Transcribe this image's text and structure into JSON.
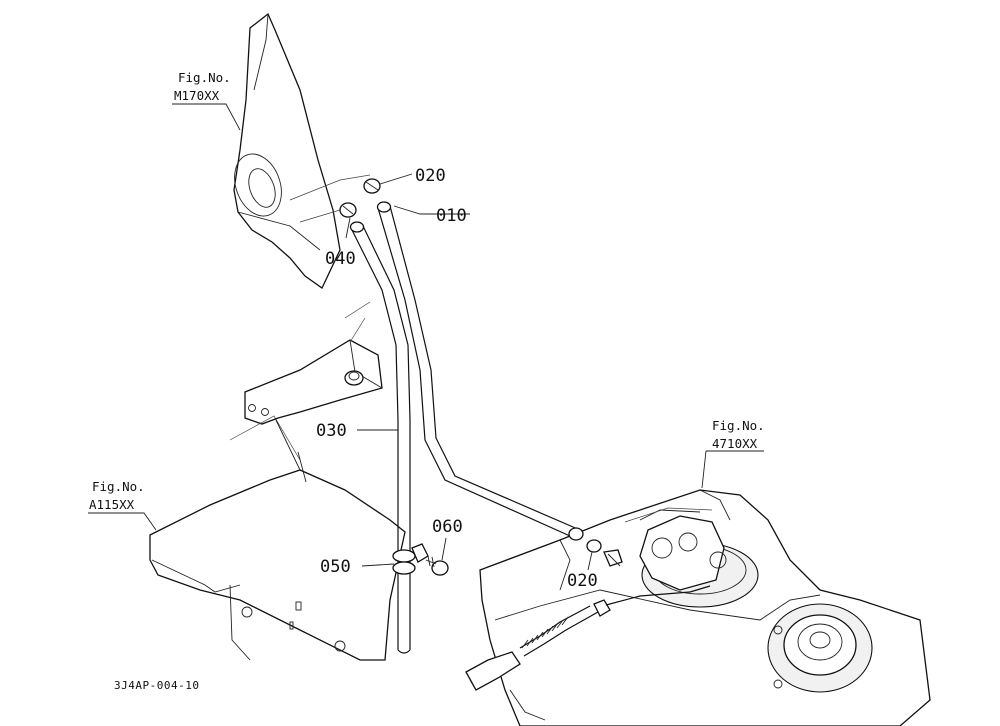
{
  "figure_refs": {
    "panel": {
      "line1": "Fig.No.",
      "line2": "M170XX"
    },
    "frame": {
      "line1": "Fig.No.",
      "line2": "A115XX"
    },
    "tank": {
      "line1": "Fig.No.",
      "line2": "4710XX"
    }
  },
  "callouts": {
    "top_clamp": "020",
    "pipe_010": "010",
    "clip_040": "040",
    "pipe_030": "030",
    "bolt_060": "060",
    "band_050": "050",
    "lower_clamp": "020"
  },
  "drawing_code": "3J4AP-004-10"
}
